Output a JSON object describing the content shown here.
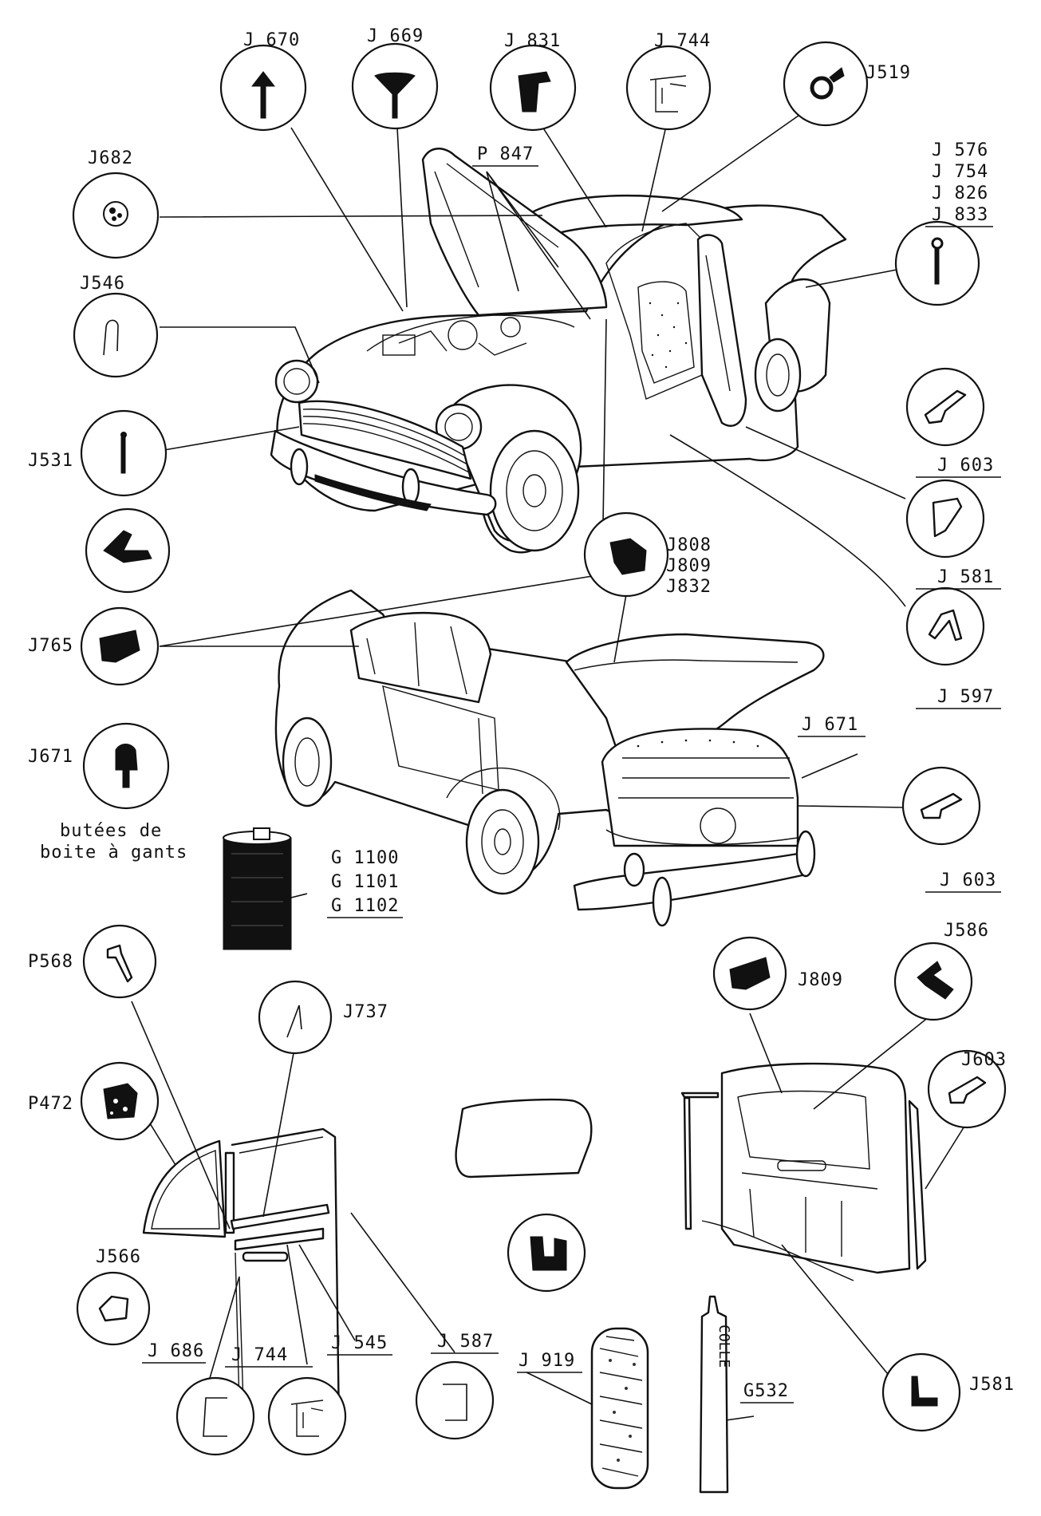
{
  "labels": {
    "J670": "J 670",
    "J669": "J 669",
    "J831": "J 831",
    "J744_top": "J 744",
    "J519": "J519",
    "J682": "J682",
    "P847": "P 847",
    "J576": "J 576",
    "J754": "J 754",
    "J826": "J 826",
    "J833": "J 833",
    "J546": "J546",
    "J531": "J531",
    "J603_a": "J 603",
    "J581_a": "J 581",
    "J765": "J765",
    "J808": "J808",
    "J809_a": "J809",
    "J832": "J832",
    "J597": "J 597",
    "J671_a": "J671",
    "J671_b": "J 671",
    "J603_b": "J 603",
    "G1100": "G 1100",
    "G1101": "G 1101",
    "G1102": "G 1102",
    "P568": "P568",
    "J737": "J737",
    "J586": "J586",
    "J809_b": "J809",
    "J603_c": "J603",
    "P472": "P472",
    "J566": "J566",
    "J686": "J 686",
    "J744_bottom": "J 744",
    "J545": "J 545",
    "J587": "J 587",
    "J919": "J 919",
    "G532": "G532",
    "J581_b": "J581"
  },
  "notes": {
    "glovebox_line1": "butées de",
    "glovebox_line2": "boite à gants"
  },
  "tube_text": "COLLE"
}
